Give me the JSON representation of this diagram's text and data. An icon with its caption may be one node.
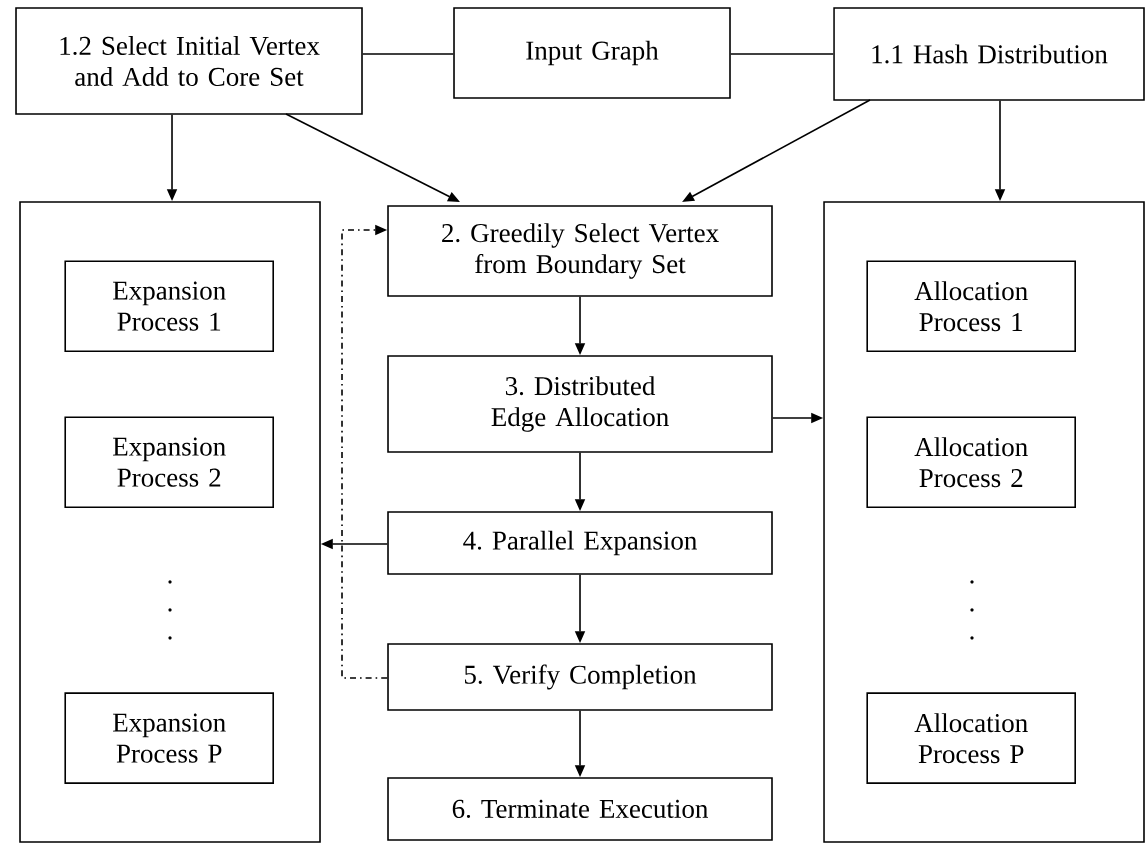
{
  "diagram": {
    "nodes": [
      {
        "text": [
          "1.2 Select Initial Vertex and Add to Core Set"
        ]
      },
      {
        "text": [
          "Input Graph"
        ]
      },
      {
        "text": [
          "1.1 Hash Distribution"
        ]
      },
      {
        "text": [],
        "shape": "box"
      },
      {
        "text": [
          "Expansion Process 1"
        ],
        "in": 3
      },
      {
        "text": [
          "Expansion Process 2"
        ],
        "in": 3
      },
      {
        "text": [
          "Expansion Process P"
        ],
        "in": 3
      },
      {
        "text": [
          "2. Greedily Select Vertex from Boundary Set"
        ]
      },
      {
        "text": [
          "3. Distributed Edge Allocation"
        ]
      },
      {
        "text": [
          "4. Parallel Expansion"
        ]
      },
      {
        "text": [
          "5. Verify Completion"
        ]
      },
      {
        "text": [
          "6. Terminate Execution"
        ]
      },
      {
        "text": [],
        "shape": "box"
      },
      {
        "text": [
          "Allocation Process 1"
        ],
        "in": 12
      },
      {
        "text": [
          "Allocation Process 2"
        ],
        "in": 12
      },
      {
        "text": [
          "Allocation Process P"
        ],
        "in": 12
      }
    ],
    "edges": [
      {
        "from": 0,
        "to": 1,
        "arrow": "none"
      },
      {
        "from": 1,
        "to": 2,
        "arrow": "none"
      },
      {
        "from": 0,
        "to": 3,
        "arrow": "to"
      },
      {
        "from": 0,
        "to": 7,
        "arrow": "to"
      },
      {
        "from": 2,
        "to": 7,
        "arrow": "to"
      },
      {
        "from": 2,
        "to": 12,
        "arrow": "to"
      },
      {
        "from": 7,
        "to": 8,
        "arrow": "to"
      },
      {
        "from": 8,
        "to": 9,
        "arrow": "to"
      },
      {
        "from": 9,
        "to": 10,
        "arrow": "to"
      },
      {
        "from": 10,
        "to": 11,
        "arrow": "to"
      },
      {
        "from": 8,
        "to": 12,
        "arrow": "to"
      },
      {
        "from": 9,
        "to": 3,
        "arrow": "to"
      },
      {
        "from": 10,
        "to": 7,
        "arrow": "to",
        "style": "dashed"
      }
    ]
  }
}
